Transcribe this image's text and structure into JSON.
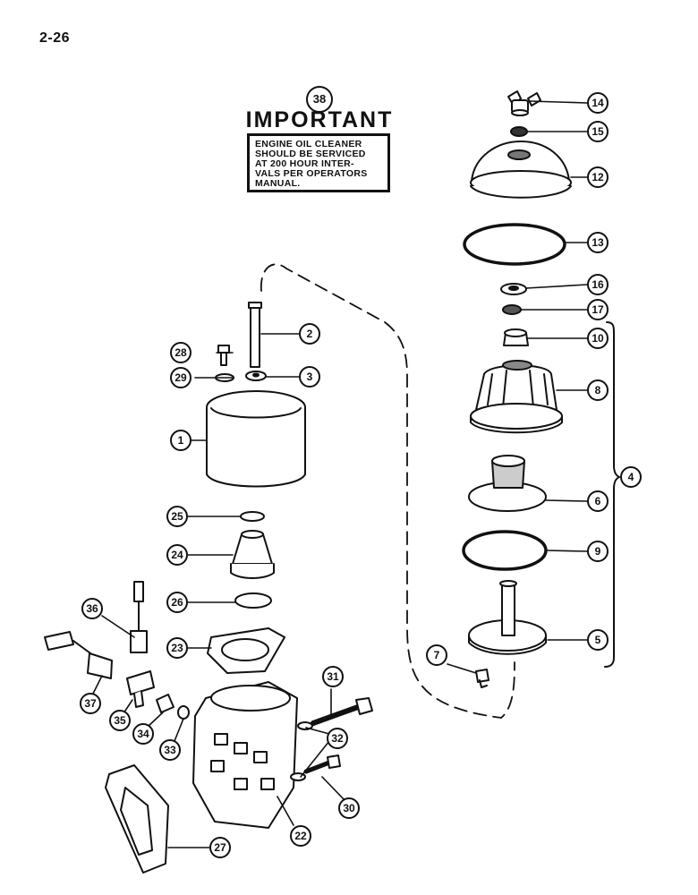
{
  "page_number": "2-26",
  "notice": {
    "callout": "38",
    "heading": "IMPORTANT",
    "lines": [
      "ENGINE OIL CLEANER",
      "SHOULD BE SERVICED",
      "AT 200 HOUR INTER-",
      "VALS PER OPERATORS",
      "MANUAL."
    ]
  },
  "callouts": {
    "c1": "1",
    "c2": "2",
    "c3": "3",
    "c4": "4",
    "c5": "5",
    "c6": "6",
    "c7": "7",
    "c8": "8",
    "c9": "9",
    "c10": "10",
    "c12": "12",
    "c13": "13",
    "c14": "14",
    "c15": "15",
    "c16": "16",
    "c17": "17",
    "c22": "22",
    "c23": "23",
    "c24": "24",
    "c25": "25",
    "c26": "26",
    "c27": "27",
    "c28": "28",
    "c29": "29",
    "c30": "30",
    "c31": "31",
    "c32": "32",
    "c33": "33",
    "c34": "34",
    "c35": "35",
    "c36": "36",
    "c37": "37"
  }
}
